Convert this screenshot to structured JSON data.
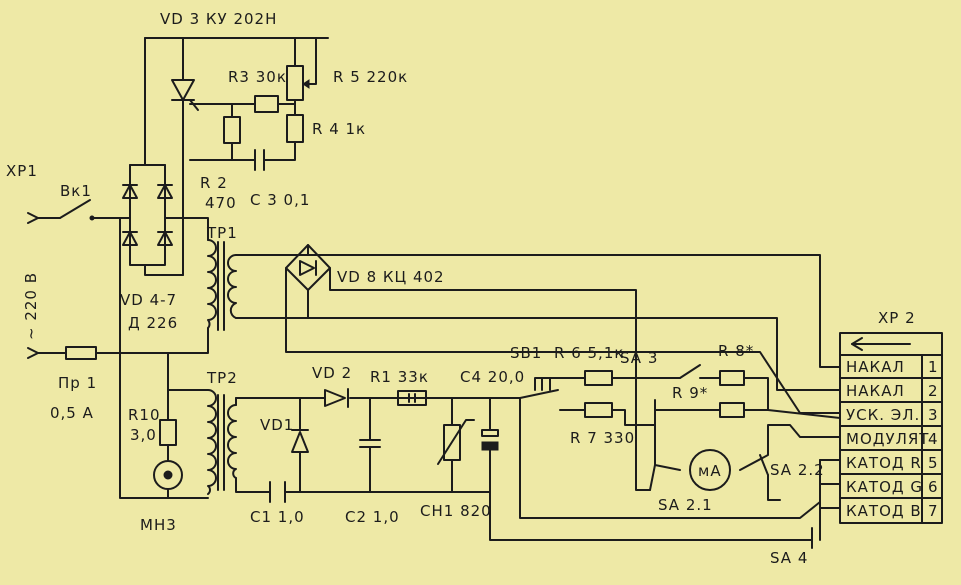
{
  "labels": {
    "vd3": "VD 3 КУ 202Н",
    "r3": "R3 30к",
    "r5": "R 5 220к",
    "r4": "R 4 1к",
    "r2a": "R 2",
    "r2b": "470",
    "c3": "С 3 0,1",
    "xp1": "ХР1",
    "bk1": "Вк1",
    "mains": "~ 220 В",
    "vd47a": "VD 4-7",
    "vd47b": "Д 226",
    "tp1": "ТР1",
    "vd8": "VD 8 КЦ 402",
    "pr1a": "Пр 1",
    "pr1b": "0,5 А",
    "r10a": "R10",
    "r10b": "3,0",
    "mn3": "МН3",
    "tp2": "ТР2",
    "vd2": "VD 2",
    "vd1": "VD1",
    "r1": "R1 33к",
    "c4": "С4 20,0",
    "c1": "С1 1,0",
    "c2": "С2 1,0",
    "ch1": "СН1 820",
    "sb1": "SB1",
    "r6": "R 6 5,1к",
    "sa3": "SA 3",
    "r8": "R 8*",
    "r9": "R 9*",
    "r7": "R 7 330",
    "ma": "мА",
    "sa21": "SA 2.1",
    "sa22": "SA 2.2",
    "sa4": "SA 4",
    "xp2": "ХР 2"
  },
  "connector": {
    "rows": [
      {
        "name": "НАКАЛ",
        "num": "1"
      },
      {
        "name": "НАКАЛ",
        "num": "2"
      },
      {
        "name": "УСК. ЭЛ.",
        "num": "3"
      },
      {
        "name": "МОДУЛЯТ",
        "num": "4"
      },
      {
        "name": "КАТОД R",
        "num": "5"
      },
      {
        "name": "КАТОД G",
        "num": "6"
      },
      {
        "name": "КАТОД B",
        "num": "7"
      }
    ]
  },
  "colors": {
    "paper": "#eee9a6",
    "ink": "#1c1c1c"
  }
}
